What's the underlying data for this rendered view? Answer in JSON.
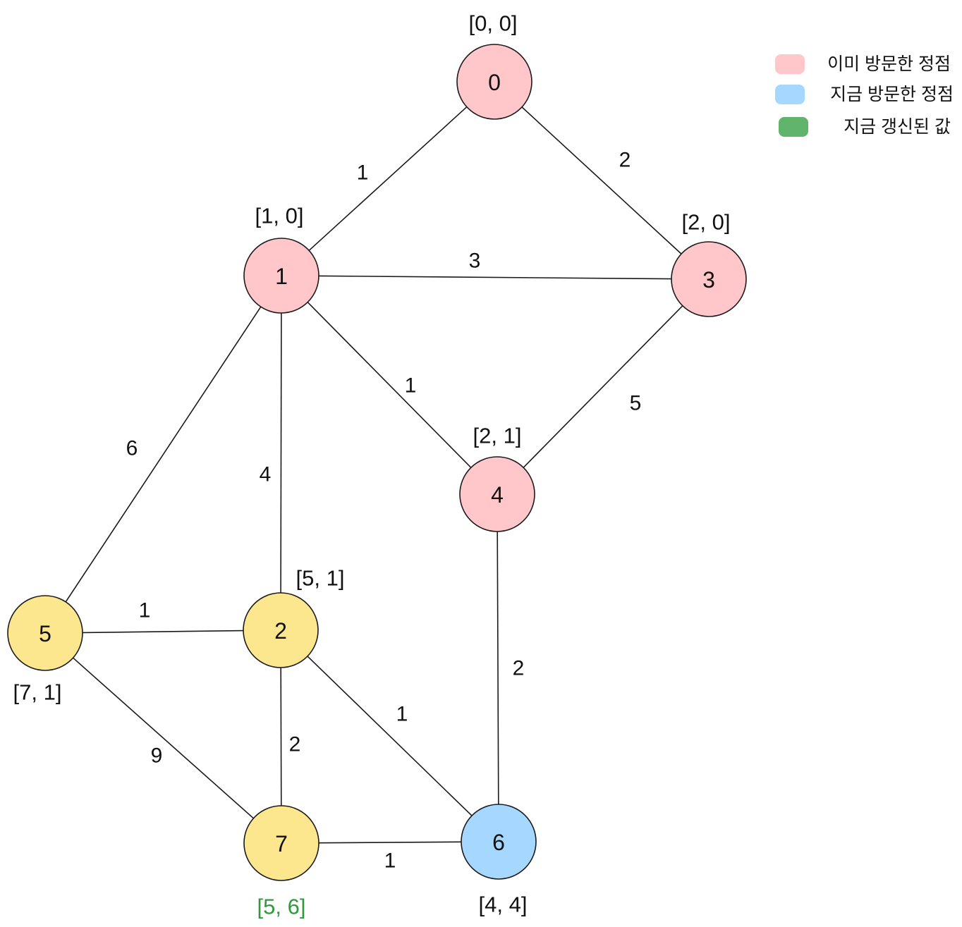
{
  "colors": {
    "visited": "#ffc7ca",
    "current": "#a6d8ff",
    "pending": "#fde78e",
    "updated_text": "#2e9a3a",
    "legend_updated": "#60b46b",
    "line": "#1a1a1a"
  },
  "legend": [
    {
      "key": "visited",
      "label": "이미 방문한 정점"
    },
    {
      "key": "current",
      "label": "지금 방문한 정점"
    },
    {
      "key": "updated",
      "label": "지금 갱신된 값"
    }
  ],
  "nodes": [
    {
      "id": "0",
      "label": "0",
      "state": "visited",
      "value": "[0, 0]"
    },
    {
      "id": "1",
      "label": "1",
      "state": "visited",
      "value": "[1, 0]"
    },
    {
      "id": "2",
      "label": "2",
      "state": "pending",
      "value": "[5, 1]"
    },
    {
      "id": "3",
      "label": "3",
      "state": "visited",
      "value": "[2, 0]"
    },
    {
      "id": "4",
      "label": "4",
      "state": "visited",
      "value": "[2, 1]"
    },
    {
      "id": "5",
      "label": "5",
      "state": "pending",
      "value": "[7, 1]"
    },
    {
      "id": "6",
      "label": "6",
      "state": "current",
      "value": "[4, 4]"
    },
    {
      "id": "7",
      "label": "7",
      "state": "pending",
      "value": "[5, 6]",
      "updated": true
    }
  ],
  "edges": [
    {
      "from": "0",
      "to": "1",
      "weight": "1"
    },
    {
      "from": "0",
      "to": "3",
      "weight": "2"
    },
    {
      "from": "1",
      "to": "3",
      "weight": "3"
    },
    {
      "from": "1",
      "to": "4",
      "weight": "1"
    },
    {
      "from": "3",
      "to": "4",
      "weight": "5"
    },
    {
      "from": "1",
      "to": "5",
      "weight": "6"
    },
    {
      "from": "1",
      "to": "2",
      "weight": "4"
    },
    {
      "from": "5",
      "to": "2",
      "weight": "1"
    },
    {
      "from": "4",
      "to": "6",
      "weight": "2"
    },
    {
      "from": "2",
      "to": "6",
      "weight": "1"
    },
    {
      "from": "5",
      "to": "7",
      "weight": "9"
    },
    {
      "from": "2",
      "to": "7",
      "weight": "2"
    },
    {
      "from": "7",
      "to": "6",
      "weight": "1"
    }
  ]
}
